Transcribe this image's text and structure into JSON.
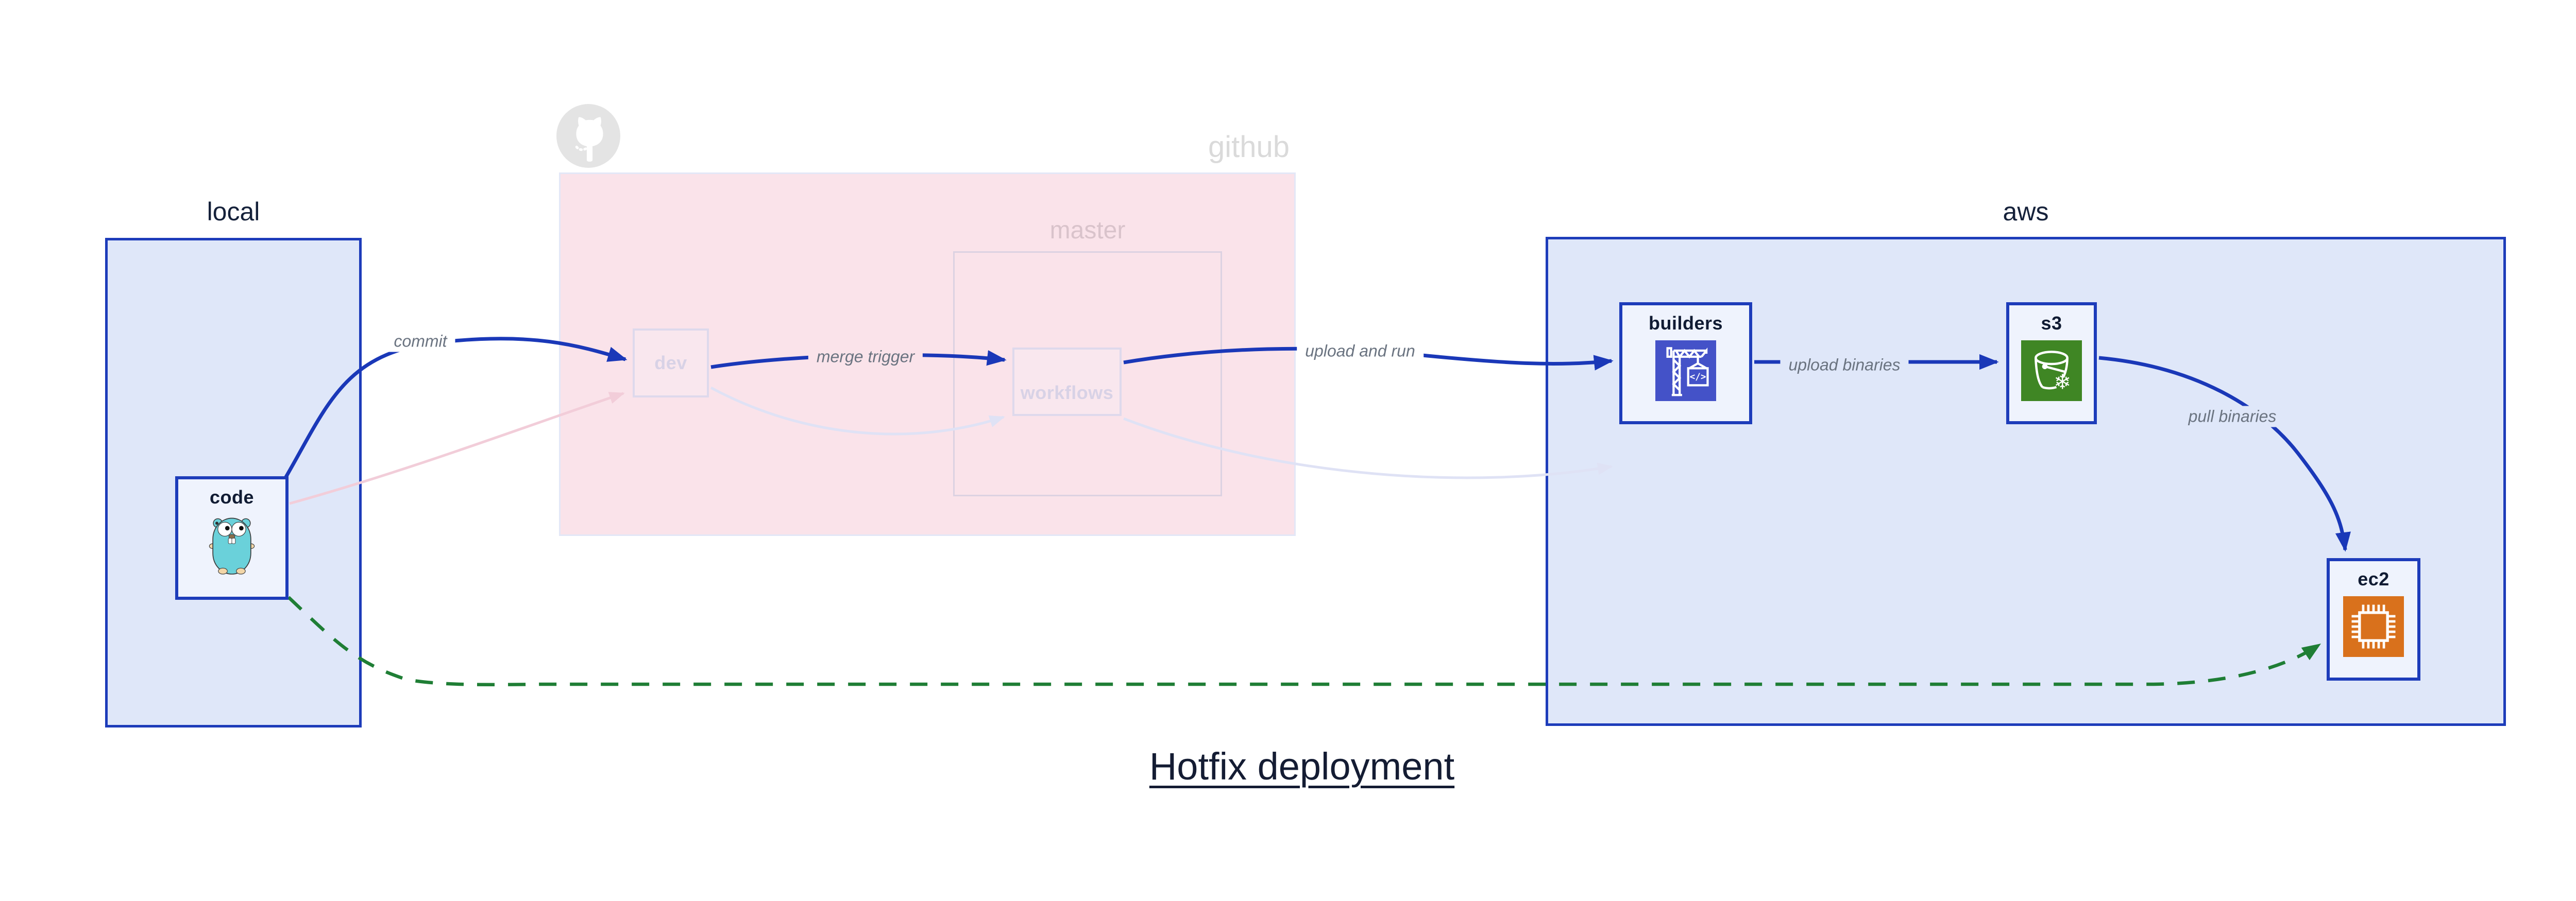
{
  "diagram": {
    "title": "Hotfix deployment"
  },
  "groups": {
    "local": {
      "label": "local"
    },
    "github": {
      "label": "github"
    },
    "master": {
      "label": "master"
    },
    "aws": {
      "label": "aws"
    }
  },
  "nodes": {
    "code": {
      "label": "code",
      "icon": "go-gopher-icon"
    },
    "dev": {
      "label": "dev",
      "icon": ""
    },
    "workflows": {
      "label": "workflows",
      "icon": ""
    },
    "builders": {
      "label": "builders",
      "icon": "codebuild-crane-icon"
    },
    "s3": {
      "label": "s3",
      "icon": "s3-glacier-bucket-icon"
    },
    "ec2": {
      "label": "ec2",
      "icon": "ec2-chip-icon"
    }
  },
  "edges": [
    {
      "id": "commit",
      "label": "commit",
      "from": "code",
      "to": "dev",
      "style": "solid-blue"
    },
    {
      "id": "merge-trigger",
      "label": "merge trigger",
      "from": "dev",
      "to": "workflows",
      "style": "solid-blue"
    },
    {
      "id": "upload-and-run",
      "label": "upload and run",
      "from": "workflows",
      "to": "builders",
      "style": "solid-blue"
    },
    {
      "id": "upload-binaries",
      "label": "upload binaries",
      "from": "builders",
      "to": "s3",
      "style": "solid-blue"
    },
    {
      "id": "pull-binaries",
      "label": "pull binaries",
      "from": "s3",
      "to": "ec2",
      "style": "solid-blue"
    },
    {
      "id": "hotfix-direct",
      "label": "",
      "from": "code",
      "to": "ec2",
      "style": "dashed-green"
    },
    {
      "id": "faded-code-dev",
      "label": "",
      "from": "code",
      "to": "dev",
      "style": "faded-pink"
    },
    {
      "id": "faded-dev-workflows",
      "label": "",
      "from": "dev",
      "to": "workflows",
      "style": "faded-lavender"
    },
    {
      "id": "faded-workflows-builders",
      "label": "",
      "from": "workflows",
      "to": "builders",
      "style": "faded-lavender"
    }
  ],
  "colors": {
    "primary_blue": "#1d3cba",
    "edge_blue": "#1a38b8",
    "group_fill_blue": "#dfe7f9",
    "node_fill": "#eff3fd",
    "github_pink_fill": "#fae3ea",
    "faded_node_border": "#ded9ec",
    "faded_label": "#d8d2e6",
    "green_dashed": "#1f7e35",
    "edge_label_gray": "#6a7380",
    "dark_navy_text": "#141c33",
    "octocat_gray": "#e4e4e4",
    "codebuild_indigo": "#4452c8",
    "s3_green": "#3f8624",
    "ec2_orange": "#d9711c",
    "gopher_teal": "#6ad1da"
  }
}
